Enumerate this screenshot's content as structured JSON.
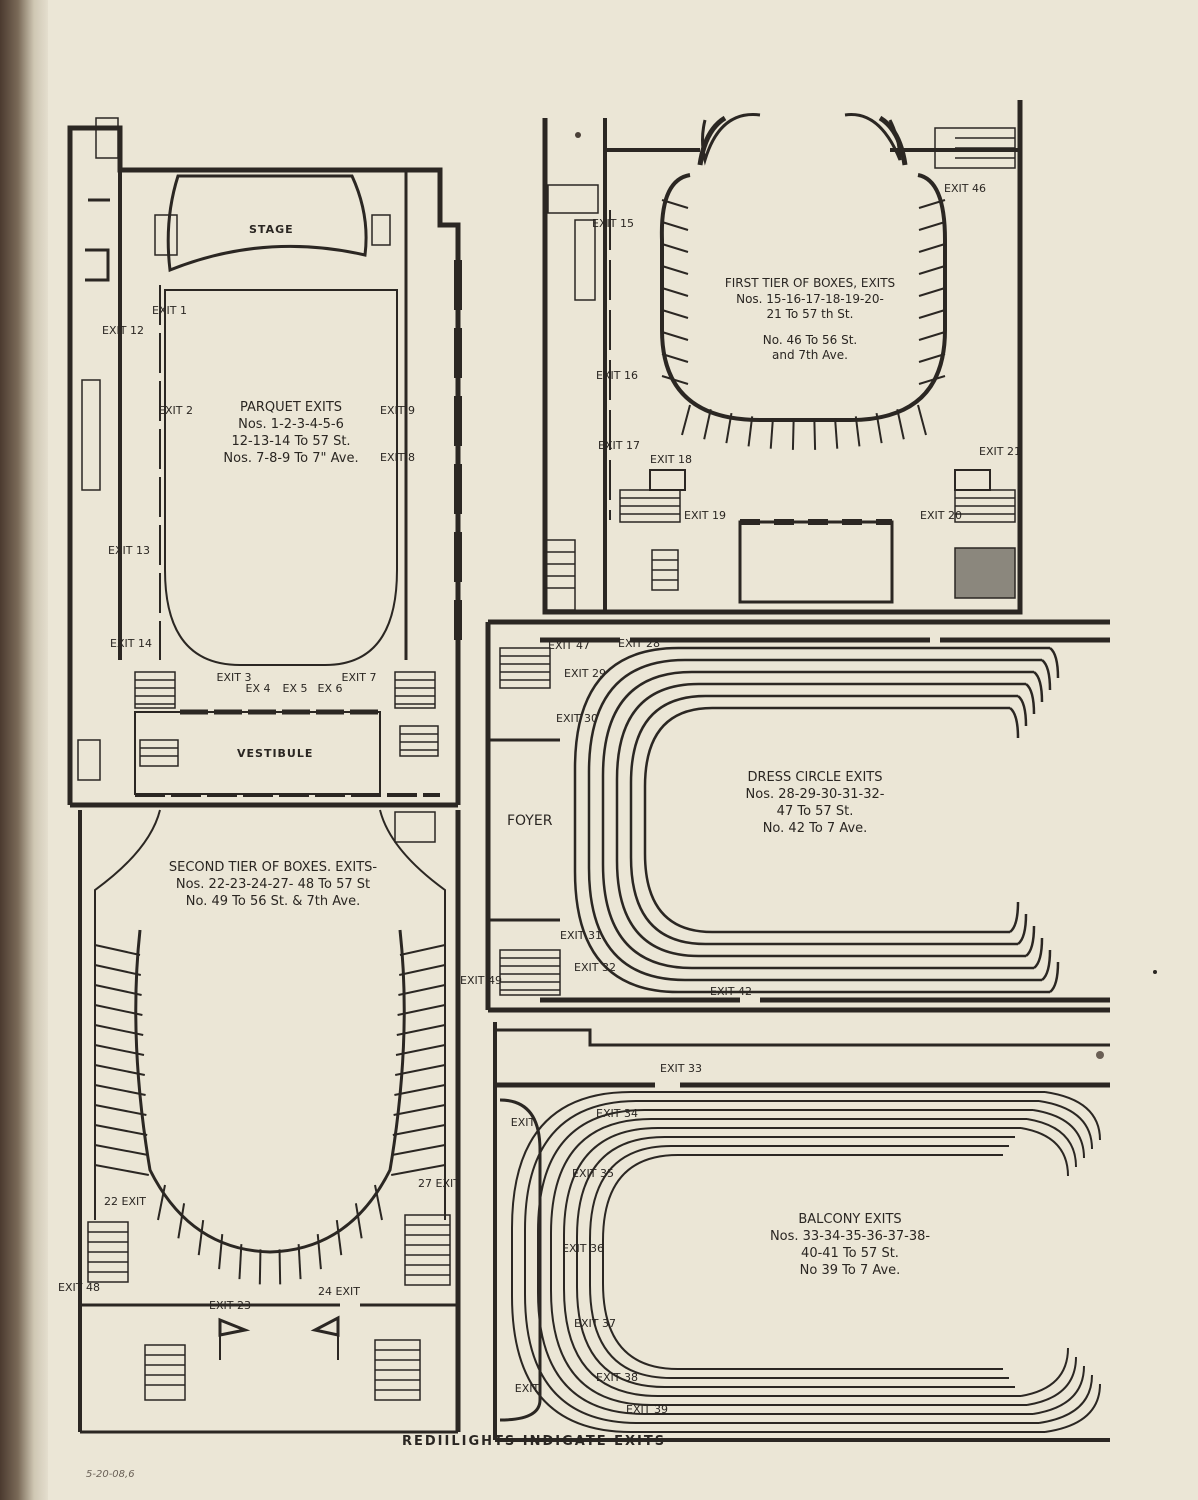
{
  "footer": "REDIILIGHTS INDIGATE EXITS",
  "pencil_note": "5-20-08,6",
  "rooms": {
    "stage": "STAGE",
    "vestibule": "VESTIBULE",
    "foyer": "FOYER"
  },
  "parquet": {
    "heading": "PARQUET EXITS",
    "line1": "Nos. 1-2-3-4-5-6",
    "line2": "12-13-14 To 57 St.",
    "line3": "Nos. 7-8-9 To 7\" Ave."
  },
  "first_tier": {
    "heading": "FIRST TIER OF BOXES, EXITS",
    "line1": "Nos. 15-16-17-18-19-20-",
    "line2": "21 To 57 th St.",
    "line3": "No. 46 To 56 St.",
    "line4": "and 7th Ave."
  },
  "dress_circle": {
    "heading": "DRESS CIRCLE EXITS",
    "line1": "Nos. 28-29-30-31-32-",
    "line2": "47 To 57 St.",
    "line3": "No. 42 To 7 Ave."
  },
  "second_tier": {
    "heading": "SECOND TIER OF BOXES. EXITS-",
    "line1": "Nos. 22-23-24-27- 48 To 57 St",
    "line2": "No. 49 To 56 St. & 7th Ave."
  },
  "balcony": {
    "heading": "BALCONY EXITS",
    "line1": "Nos. 33-34-35-36-37-38-",
    "line2": "40-41 To 57 St.",
    "line3": "No 39 To 7 Ave."
  },
  "exits": {
    "e1": "EXIT 1",
    "e2": "EXIT 2",
    "e3": "EXIT 3",
    "e4": "EX 4",
    "e5": "EX 5",
    "e6": "EX 6",
    "e7": "EXIT 7",
    "e8": "EXIT 8",
    "e9": "EXIT 9",
    "e12": "EXIT 12",
    "e13": "EXIT 13",
    "e14": "EXIT 14",
    "e15": "EXIT 15",
    "e16": "EXIT 16",
    "e17": "EXIT 17",
    "e18": "EXIT 18",
    "e19": "EXIT 19",
    "e20": "EXIT 20",
    "e21": "EXIT 21",
    "e46": "EXIT 46",
    "e47": "EXIT 47",
    "e28": "EXIT 28",
    "e29": "EXIT 29",
    "e30": "EXIT 30",
    "e31": "EXIT 31",
    "e32": "EXIT 32",
    "e42": "EXIT 42",
    "e22": "22 EXIT",
    "e23": "EXIT 23",
    "e24": "24 EXIT",
    "e27": "27 EXIT",
    "e48": "EXIT 48",
    "e49": "EXIT 49",
    "e33": "EXIT 33",
    "e34": "EXIT 34",
    "e35": "EXIT 35",
    "e36": "EXIT 36",
    "e37": "EXIT 37",
    "e38": "EXIT 38",
    "e39": "EXIT 39",
    "eb1": "EXIT",
    "eb2": "EXIT"
  },
  "ink_color": "#2b2723",
  "paper_color": "#ebe6d6"
}
